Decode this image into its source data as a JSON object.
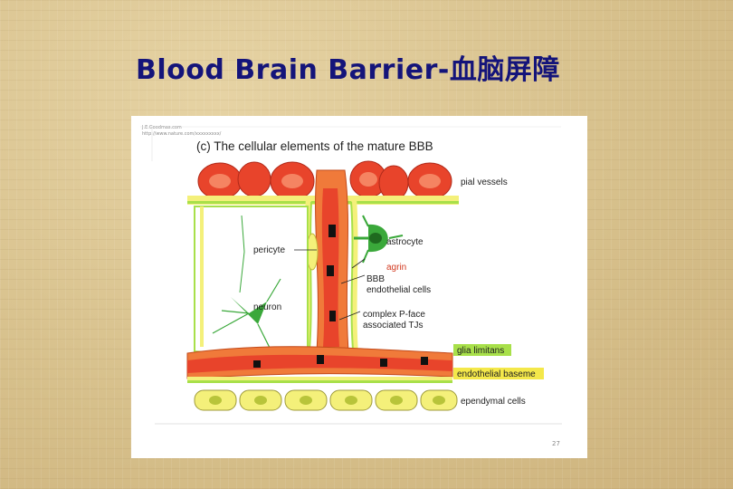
{
  "slide": {
    "title": "Blood Brain Barrier-血脑屏障"
  },
  "figure": {
    "source_lines": [
      "J.E.Goodmas.com",
      "http://www.nature.com/xxxxxxxxx/"
    ],
    "caption": "(c) The cellular elements of the mature BBB",
    "labels": {
      "pial_vessels": "pial vessels",
      "astrocyte": "astrocyte",
      "pericyte": "pericyte",
      "agrin": "agrin",
      "bbb": "BBB",
      "endothelial_cells": "endothelial cells",
      "neuron": "neuron",
      "complex_p_face": "complex P-face",
      "associated_tjs": "associated TJs",
      "glia_limitans": "glia limitans",
      "endothelial_basement": "endothelial baseme",
      "ependymal_cells": "ependymal cells"
    },
    "page_number": "27",
    "colors": {
      "cell_red": "#e8442b",
      "vessel_orange": "#f07a3a",
      "glia_yellow": "#f4f07a",
      "neuron_green": "#3aa83a",
      "label_bg_green": "#a8e04a",
      "label_bg_yellow": "#f4e84a"
    }
  }
}
